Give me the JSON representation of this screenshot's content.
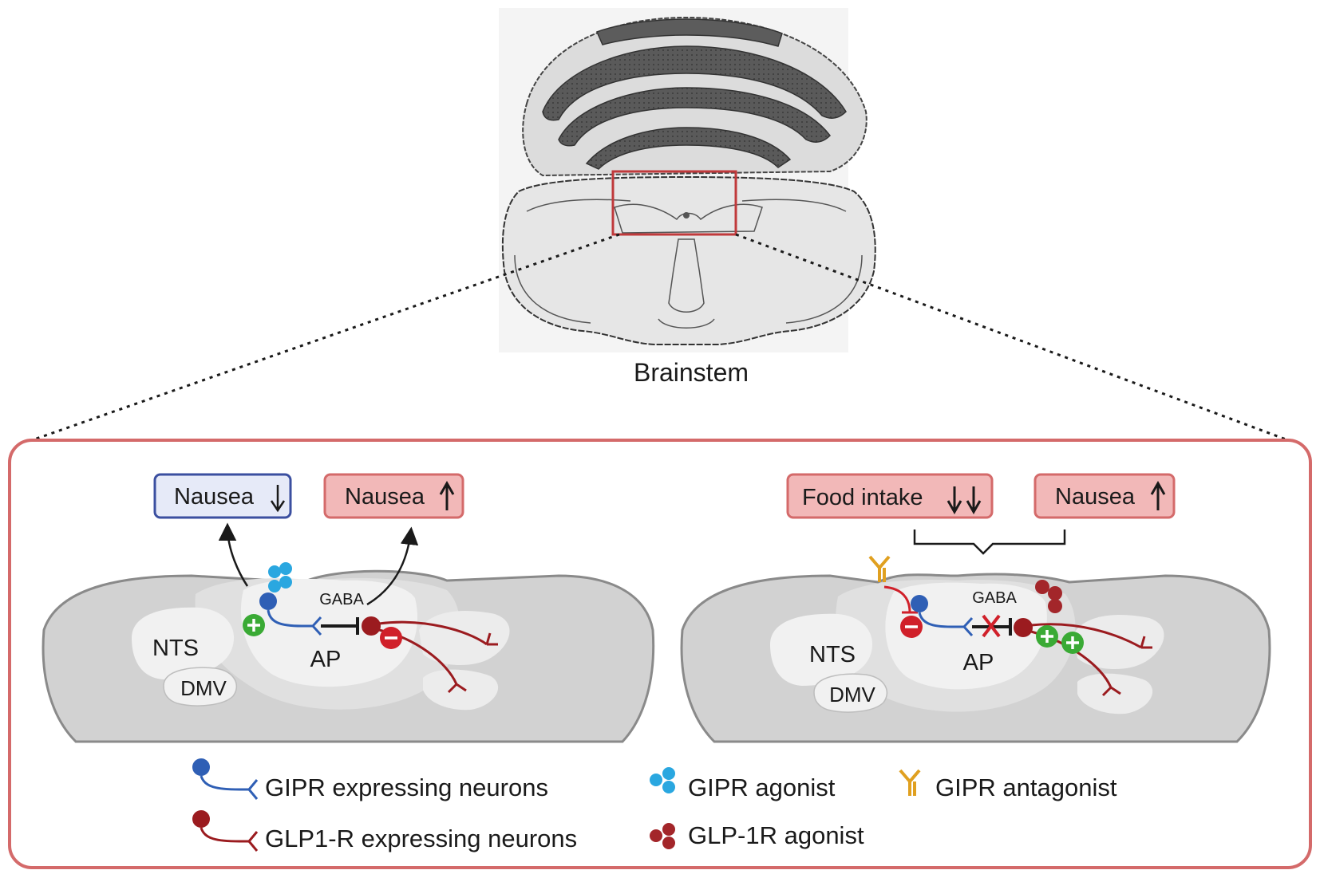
{
  "brainstem": {
    "label": "Brainstem"
  },
  "left_panel": {
    "box1": {
      "text": "Nausea",
      "direction": "down"
    },
    "box2": {
      "text": "Nausea",
      "direction": "up"
    },
    "gaba": "GABA",
    "nts": "NTS",
    "dmv": "DMV",
    "ap": "AP"
  },
  "right_panel": {
    "box1": {
      "text": "Food intake",
      "direction": "double-down"
    },
    "box2": {
      "text": "Nausea",
      "direction": "up"
    },
    "gaba": "GABA",
    "nts": "NTS",
    "dmv": "DMV",
    "ap": "AP"
  },
  "legend": {
    "gipr_neurons": "GIPR expressing neurons",
    "glp1r_neurons": "GLP1-R expressing neurons",
    "gipr_agonist": "GIPR agonist",
    "glp1r_agonist": "GLP-1R agonist",
    "gipr_antagonist": "GIPR antagonist"
  },
  "colors": {
    "gipr_neuron": "#2f5fb5",
    "glp1r_neuron": "#9b1b1f",
    "gipr_agonist": "#2aa7e0",
    "glp1r_agonist": "#a3262a",
    "antagonist": "#e0a020",
    "activation": "#3aaa35",
    "inhibition": "#d0202a",
    "frame": "#d46a6a",
    "box_red_fill": "#f2b8b8",
    "box_blue_fill": "#e6eaf8",
    "box_blue_stroke": "#3b4fa0",
    "tissue": "#d2d2d2"
  },
  "icons": [
    "plus-icon",
    "minus-icon",
    "arrow-up-icon",
    "arrow-down-icon",
    "antibody-icon",
    "cross-icon"
  ]
}
